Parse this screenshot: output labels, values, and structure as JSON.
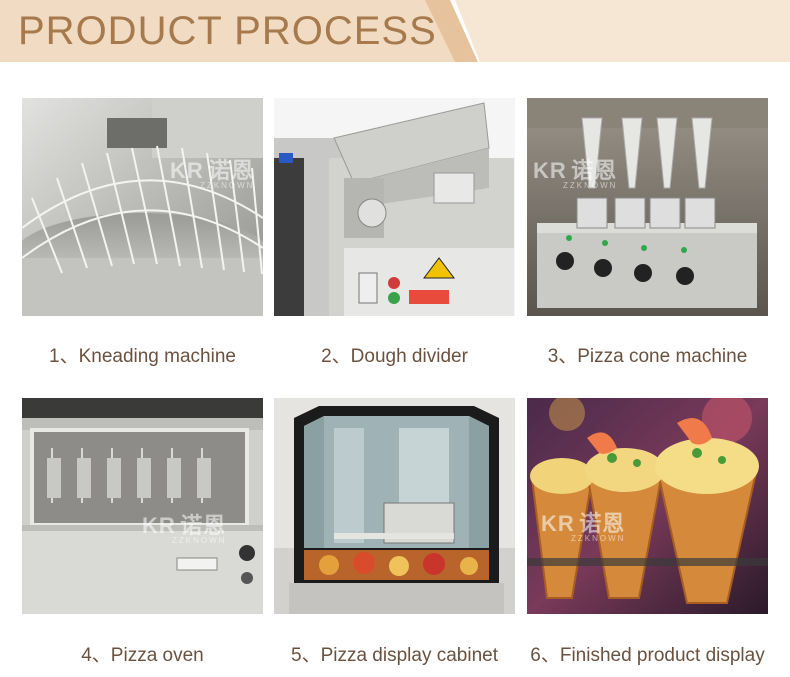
{
  "header": {
    "title": "PRODUCT PROCESS"
  },
  "watermark": {
    "logo": "KR",
    "brand": "诺恩",
    "brand_latin": "ZZKNOWN"
  },
  "items": [
    {
      "label": "1、Kneading machine",
      "icon": "kneading-machine-photo"
    },
    {
      "label": "2、Dough divider",
      "icon": "dough-divider-photo"
    },
    {
      "label": "3、Pizza cone machine",
      "icon": "pizza-cone-machine-photo"
    },
    {
      "label": "4、Pizza oven",
      "icon": "pizza-oven-photo"
    },
    {
      "label": "5、Pizza display cabinet",
      "icon": "pizza-display-cabinet-photo"
    },
    {
      "label": "6、Finished product display",
      "icon": "finished-product-photo"
    }
  ],
  "colors": {
    "banner_band": "#f1dcc3",
    "banner_accent": "#e9c9a4",
    "title_text": "#a77a4e",
    "caption_text": "#6a5240"
  }
}
